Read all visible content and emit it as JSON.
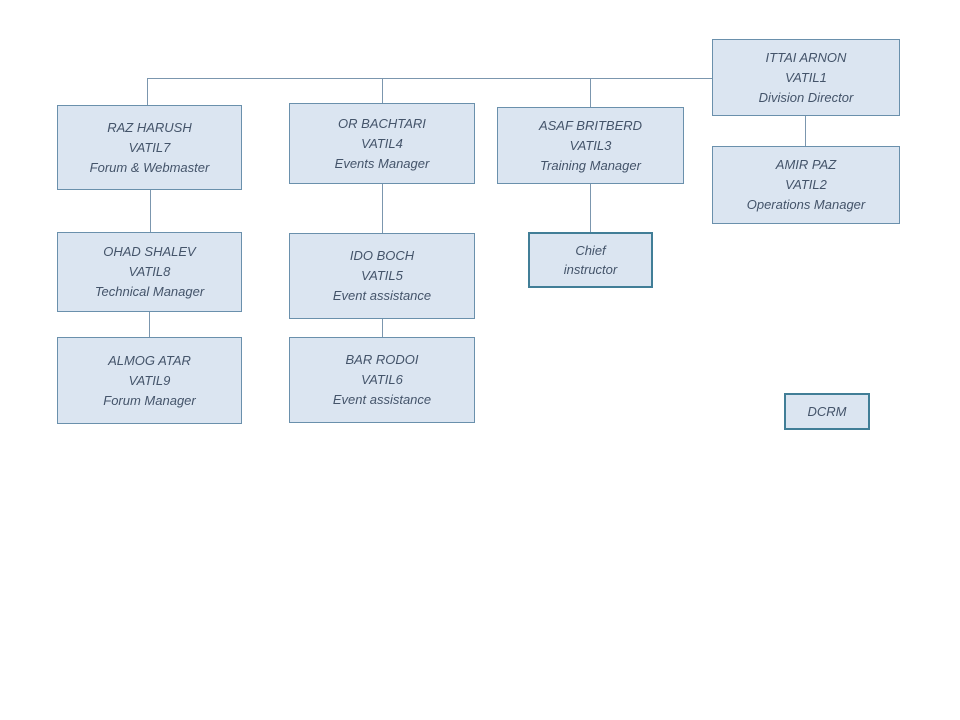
{
  "diagram": {
    "type": "org-chart",
    "nodes": {
      "ittai": {
        "name": "ITTAI ARNON",
        "code": "VATIL1",
        "role": "Division Director"
      },
      "amir": {
        "name": "AMIR PAZ",
        "code": "VATIL2",
        "role": "Operations Manager"
      },
      "raz": {
        "name": "RAZ HARUSH",
        "code": "VATIL7",
        "role": "Forum & Webmaster"
      },
      "or": {
        "name": "OR BACHTARI",
        "code": "VATIL4",
        "role": "Events Manager"
      },
      "asaf": {
        "name": "ASAF BRITBERD",
        "code": "VATIL3",
        "role": "Training Manager"
      },
      "ohad": {
        "name": "OHAD SHALEV",
        "code": "VATIL8",
        "role": "Technical Manager"
      },
      "ido": {
        "name": "IDO BOCH",
        "code": "VATIL5",
        "role": "Event assistance"
      },
      "chief": {
        "line1": "Chief",
        "line2": "instructor"
      },
      "almog": {
        "name": "ALMOG ATAR",
        "code": "VATIL9",
        "role": "Forum Manager"
      },
      "bar": {
        "name": "BAR RODOI",
        "code": "VATIL6",
        "role": "Event assistance"
      },
      "dcrm": {
        "label": "DCRM"
      }
    },
    "edges": [
      {
        "from": "ittai",
        "to": "raz"
      },
      {
        "from": "ittai",
        "to": "or"
      },
      {
        "from": "ittai",
        "to": "asaf"
      },
      {
        "from": "ittai",
        "to": "amir"
      },
      {
        "from": "raz",
        "to": "ohad"
      },
      {
        "from": "ohad",
        "to": "almog"
      },
      {
        "from": "or",
        "to": "ido"
      },
      {
        "from": "ido",
        "to": "bar"
      },
      {
        "from": "asaf",
        "to": "chief"
      }
    ],
    "colors": {
      "node_fill": "#dbe5f1",
      "node_border": "#6a90ac",
      "small_node_border": "#417e97",
      "text": "#44546a",
      "connector": "#7b96ae"
    }
  }
}
